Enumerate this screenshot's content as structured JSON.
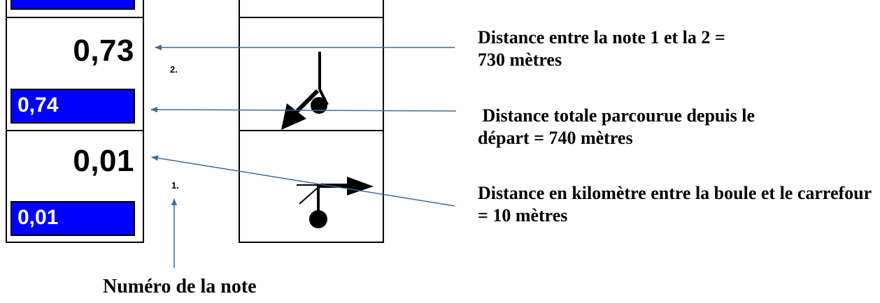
{
  "notes": [
    {
      "number": "2.",
      "partial_distance": "0,73",
      "total_distance": "0,74"
    },
    {
      "number": "1.",
      "partial_distance": "0,01",
      "total_distance": "0,01"
    }
  ],
  "annotations": {
    "partial": "Distance entre la note 1 et la 2 = 730 mètres",
    "total": " Distance totale parcourue depuis le départ = 740 mètres",
    "kilometre": "Distance  en kilomètre entre la boule et le carrefour = 10 mètres",
    "note_number": "Numéro de la note"
  },
  "colors": {
    "box_blue": "#0000ff",
    "arrow": "#3d6a9e"
  }
}
